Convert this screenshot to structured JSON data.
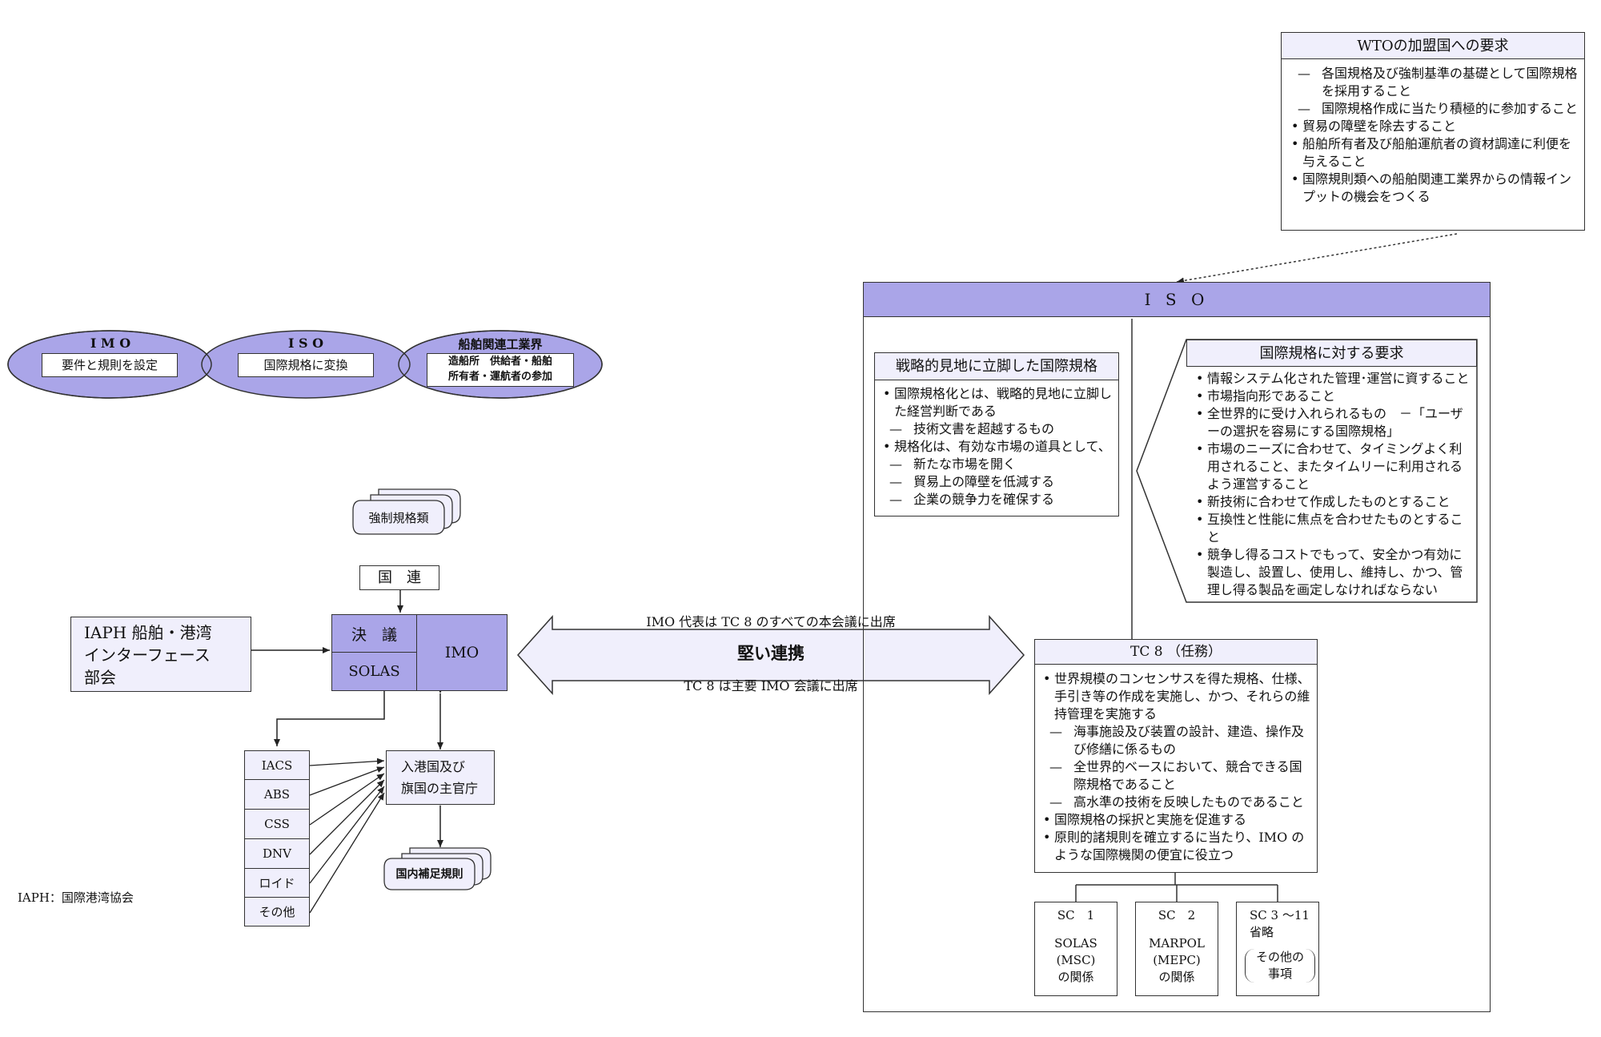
{
  "wto": {
    "title": "WTOの加盟国への要求",
    "items": [
      {
        "type": "dash",
        "text": "各国規格及び強制基準の基礎として国際規格を採用すること"
      },
      {
        "type": "dash",
        "text": "国際規格作成に当たり積極的に参加すること"
      },
      {
        "type": "bul",
        "text": "貿易の障壁を除去すること"
      },
      {
        "type": "bul",
        "text": "船舶所有者及び船舶運航者の資材調達に利便を与えること"
      },
      {
        "type": "bul",
        "text": "国際規則類への船舶関連工業界からの情報インプットの機会をつくる"
      }
    ]
  },
  "iso_panel": {
    "title": "I S O"
  },
  "strategic": {
    "title": "戦略的見地に立脚した国際規格",
    "items": [
      {
        "type": "bul",
        "text": "国際規格化とは、戦略的見地に立脚した経営判断である"
      },
      {
        "type": "dash",
        "text": "技術文書を超越するもの"
      },
      {
        "type": "bul",
        "text": "規格化は、有効な市場の道具として、"
      },
      {
        "type": "dash",
        "text": "新たな市場を開く"
      },
      {
        "type": "dash",
        "text": "貿易上の障壁を低減する"
      },
      {
        "type": "dash",
        "text": "企業の競争力を確保する"
      }
    ]
  },
  "requirements": {
    "title": "国際規格に対する要求",
    "items": [
      {
        "type": "bul",
        "text": "情報システム化された管理･運営に資すること"
      },
      {
        "type": "bul",
        "text": "市場指向形であること"
      },
      {
        "type": "bul",
        "text": "全世界的に受け入れられるもの　－「ユーザーの選択を容易にする国際規格」"
      },
      {
        "type": "bul",
        "text": "市場のニーズに合わせて、タイミングよく利用されること、またタイムリーに利用されるよう運営すること"
      },
      {
        "type": "bul",
        "text": "新技術に合わせて作成したものとすること"
      },
      {
        "type": "bul",
        "text": "互換性と性能に焦点を合わせたものとすること"
      },
      {
        "type": "bul",
        "text": "競争し得るコストでもって、安全かつ有効に製造し、設置し、使用し、維持し、かつ、管理し得る製品を画定しなければならない"
      }
    ]
  },
  "tc8": {
    "title": "TC 8 （任務）",
    "items": [
      {
        "type": "bul",
        "text": "世界規模のコンセンサスを得た規格、仕様、手引き等の作成を実施し、かつ、それらの維持管理を実施する"
      },
      {
        "type": "dash",
        "text": "海事施設及び装置の設計、建造、操作及び修繕に係るもの"
      },
      {
        "type": "dash",
        "text": "全世界的ベースにおいて、競合できる国際規格であること"
      },
      {
        "type": "dash",
        "text": "高水準の技術を反映したものであること"
      },
      {
        "type": "bul",
        "text": "国際規格の採択と実施を促進する"
      },
      {
        "type": "bul",
        "text": "原則的諸規則を確立するに当たり、IMO のような国際機関の便宜に役立つ"
      }
    ]
  },
  "subcommittees": [
    {
      "code": "SC　1",
      "line1": "SOLAS",
      "line2": "(MSC)",
      "line3": "の関係"
    },
    {
      "code": "SC　2",
      "line1": "MARPOL",
      "line2": "(MEPC)",
      "line3": "の関係"
    },
    {
      "code": "SC 3 ～11",
      "line1": "省略",
      "line2": "その他の",
      "line3": "事項"
    }
  ],
  "venn": {
    "imo_title": "I M O",
    "imo_text": "要件と規則を設定",
    "iso_title": "I S O",
    "iso_text": "国際規格に変換",
    "ind_title": "船舶関連工業界",
    "ind_text1": "造船所　供給者・船舶",
    "ind_text2": "所有者・運航者の参加"
  },
  "mandatory_standards": "強制規格類",
  "un": "国　連",
  "resolution": "決　議",
  "solas": "SOLAS",
  "imo": "IMO",
  "iaph_box": {
    "line1": "IAPH 船舶・港湾",
    "line2": "インターフェース",
    "line3": "部会"
  },
  "arrow": {
    "top": "IMO 代表は TC 8 のすべての本会議に出席",
    "center": "堅い連携",
    "bottom": "TC 8 は主要 IMO 会議に出席"
  },
  "classes": [
    "IACS",
    "ABS",
    "CSS",
    "DNV",
    "ロイド",
    "その他"
  ],
  "port_state": {
    "line1": "入港国及び",
    "line2": "旗国の主官庁"
  },
  "domestic": "国内補足規則",
  "footnote": "IAPH：国際港湾協会",
  "colors": {
    "purple": "#aaa5e8",
    "lavender": "#f0effc",
    "line": "#333333"
  }
}
